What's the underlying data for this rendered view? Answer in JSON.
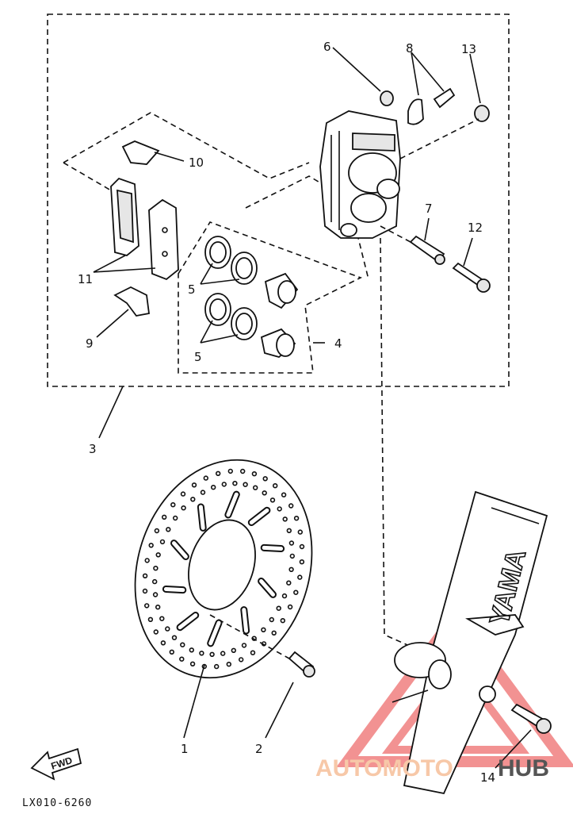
{
  "labels": {
    "p1": "1",
    "p2": "2",
    "p3": "3",
    "p4": "4",
    "p5a": "5",
    "p5b": "5",
    "p6": "6",
    "p7": "7",
    "p8": "8",
    "p9": "9",
    "p10": "10",
    "p11": "11",
    "p12": "12",
    "p13": "13",
    "p14": "14"
  },
  "fork_text": "YAMA",
  "fwd_label": "FWD",
  "diagram_code": "LX010-6260",
  "watermark": {
    "part1": "AUTOMOTO",
    "part2": "HUB",
    "color1": "#f7c8a8",
    "color2": "#555555",
    "triangle_color": "#f08080"
  }
}
